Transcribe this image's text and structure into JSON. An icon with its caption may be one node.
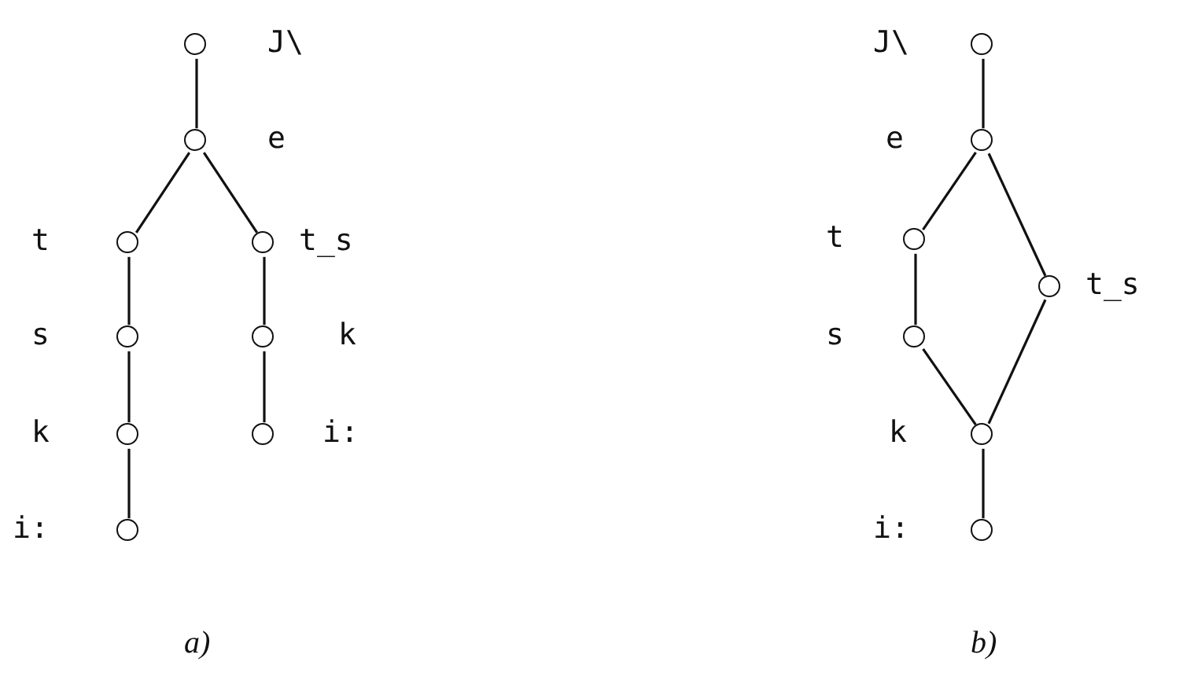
{
  "diagram": {
    "nodes": [
      {
        "text": [],
        "shape": "circle",
        "beside": [
          "J\\"
        ]
      },
      {
        "text": [],
        "shape": "circle",
        "beside": [
          "e"
        ]
      },
      {
        "text": [],
        "shape": "circle",
        "beside": [
          "t"
        ]
      },
      {
        "text": [],
        "shape": "circle",
        "beside": [
          "t_s"
        ]
      },
      {
        "text": [],
        "shape": "circle",
        "beside": [
          "s"
        ]
      },
      {
        "text": [],
        "shape": "circle",
        "beside": [
          "k"
        ]
      },
      {
        "text": [],
        "shape": "circle",
        "beside": [
          "k"
        ]
      },
      {
        "text": [],
        "shape": "circle",
        "beside": [
          "i:"
        ]
      },
      {
        "text": [],
        "shape": "circle",
        "beside": [
          "i:"
        ]
      },
      {
        "text": [],
        "shape": "circle",
        "beside": [
          "J\\"
        ]
      },
      {
        "text": [],
        "shape": "circle",
        "beside": [
          "e"
        ]
      },
      {
        "text": [],
        "shape": "circle",
        "beside": [
          "t"
        ]
      },
      {
        "text": [],
        "shape": "circle",
        "beside": [
          "t_s"
        ]
      },
      {
        "text": [],
        "shape": "circle",
        "beside": [
          "s"
        ]
      },
      {
        "text": [],
        "shape": "circle",
        "beside": [
          "k"
        ]
      },
      {
        "text": [],
        "shape": "circle",
        "beside": [
          "i:"
        ]
      }
    ],
    "edges": [
      {
        "from": 0,
        "to": 1,
        "arrow": "none"
      },
      {
        "from": 1,
        "to": 2,
        "arrow": "none"
      },
      {
        "from": 1,
        "to": 3,
        "arrow": "none"
      },
      {
        "from": 2,
        "to": 4,
        "arrow": "none"
      },
      {
        "from": 4,
        "to": 6,
        "arrow": "none"
      },
      {
        "from": 6,
        "to": 8,
        "arrow": "none"
      },
      {
        "from": 3,
        "to": 5,
        "arrow": "none"
      },
      {
        "from": 5,
        "to": 7,
        "arrow": "none"
      },
      {
        "from": 9,
        "to": 10,
        "arrow": "none"
      },
      {
        "from": 10,
        "to": 11,
        "arrow": "none"
      },
      {
        "from": 10,
        "to": 12,
        "arrow": "none"
      },
      {
        "from": 11,
        "to": 13,
        "arrow": "none"
      },
      {
        "from": 13,
        "to": 14,
        "arrow": "none"
      },
      {
        "from": 12,
        "to": 14,
        "arrow": "none"
      },
      {
        "from": 14,
        "to": 15,
        "arrow": "none"
      }
    ],
    "labels": [
      "a)",
      "b)"
    ]
  }
}
